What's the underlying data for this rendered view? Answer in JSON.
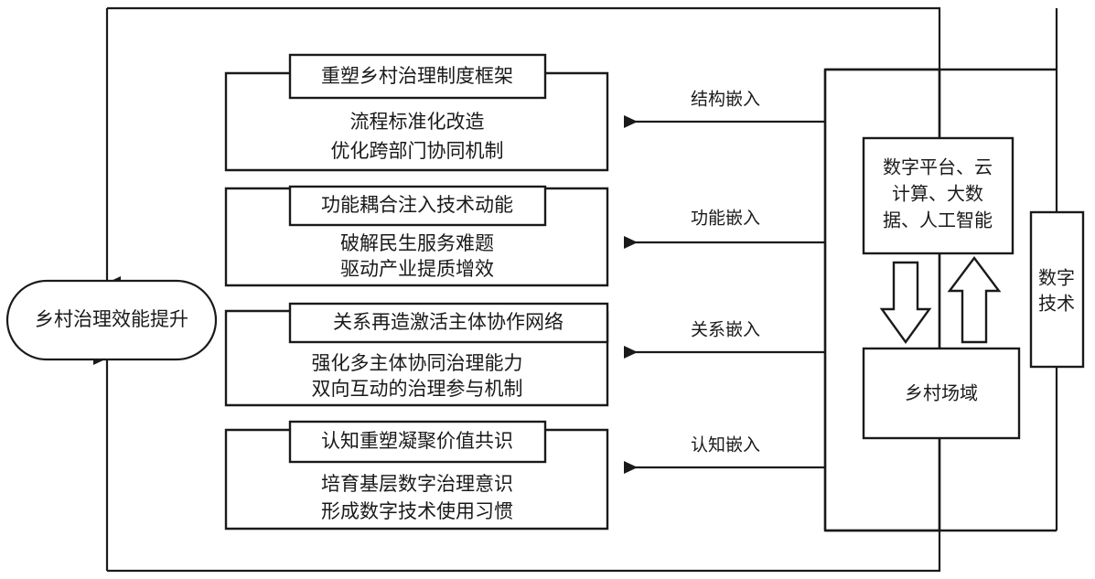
{
  "diagram": {
    "title_text": "乡村治理效能提升",
    "outcome": {
      "label": "乡村治理效能提升",
      "shape": "rounded-ellipse"
    },
    "embedding_groups": [
      {
        "id": "structural",
        "title": "重塑乡村治理制度框架",
        "details": [
          "流程标准化改造",
          "优化跨部门协同机制"
        ],
        "edge_label": "结构嵌入"
      },
      {
        "id": "functional",
        "title": "功能耦合注入技术动能",
        "details": [
          "破解民生服务难题",
          "驱动产业提质增效"
        ],
        "edge_label": "功能嵌入"
      },
      {
        "id": "relational",
        "title": "关系再造激活主体协作网络",
        "details": [
          "强化多主体协同治理能力",
          "双向互动的治理参与机制"
        ],
        "edge_label": "关系嵌入"
      },
      {
        "id": "cognitive",
        "title": "认知重塑凝聚价值共识",
        "details": [
          "培育基层数字治理意识",
          "形成数字技术使用习惯"
        ],
        "edge_label": "认知嵌入"
      }
    ],
    "right_panel": {
      "tech_stack": {
        "lines": [
          "数字平台、云",
          "计算、大数",
          "据、人工智能"
        ]
      },
      "field": {
        "label": "乡村场域"
      },
      "arrows": {
        "down": "down-block-arrow",
        "up": "up-block-arrow"
      }
    },
    "side_box": {
      "lines": [
        "数字",
        "技术"
      ]
    },
    "colors": {
      "stroke": "#1a1a1a",
      "fill": "#ffffff",
      "text": "#1a1a1a"
    }
  }
}
